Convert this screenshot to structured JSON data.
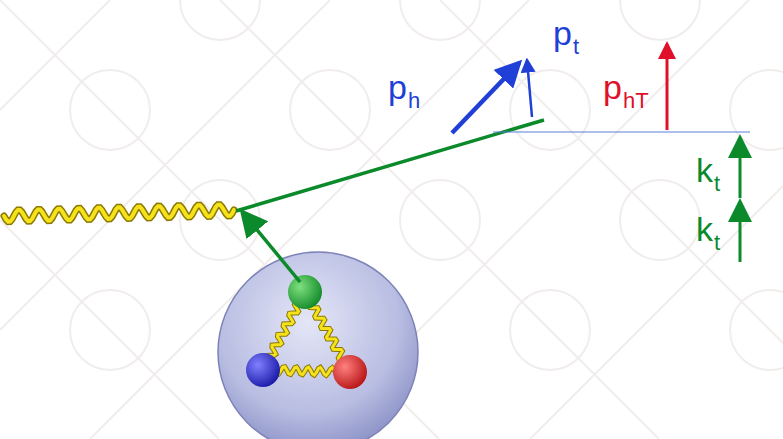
{
  "diagram": {
    "labels": [
      "ph",
      "pt",
      "phT",
      "kt",
      "kt"
    ]
  }
}
